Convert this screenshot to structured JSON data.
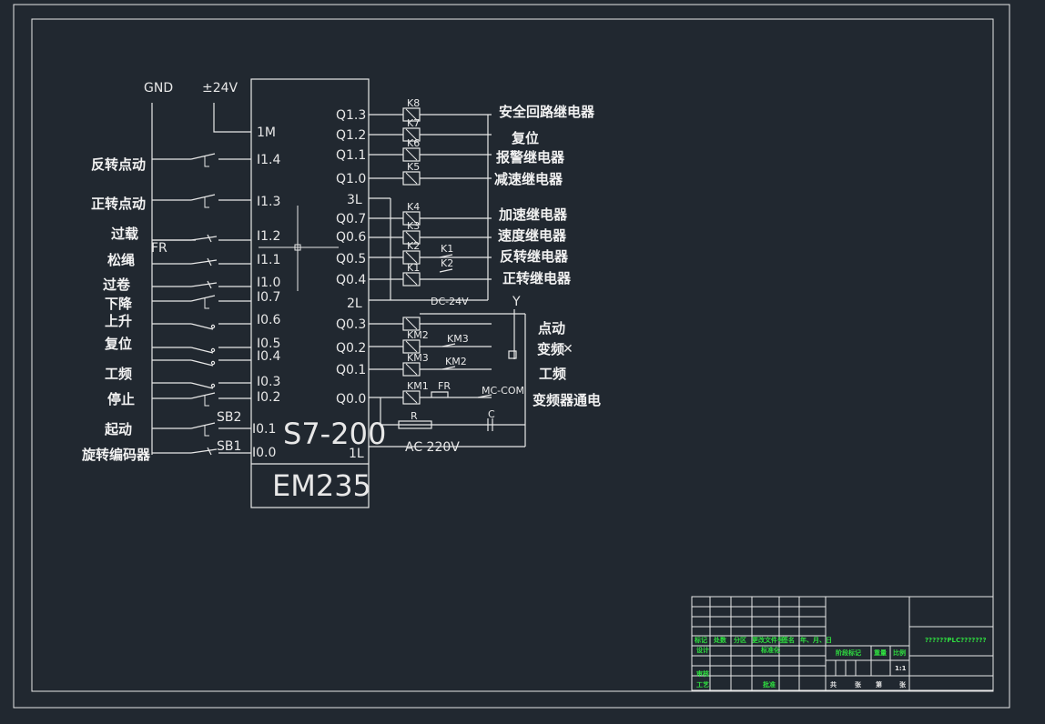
{
  "supply": {
    "gnd": "GND",
    "v24": "±24V",
    "m1": "1M"
  },
  "plc": {
    "model": "S7-200",
    "module": "EM235"
  },
  "left_labels": [
    "反转点动",
    "正转点动",
    "过载",
    "松绳",
    "过卷",
    "下降",
    "上升",
    "复位",
    "工频",
    "停止",
    "起动",
    "旋转编码器"
  ],
  "left_switch_tags": {
    "fr": "FR",
    "sb2": "SB2",
    "sb1": "SB1"
  },
  "inputs": [
    "I1.4",
    "I1.3",
    "I1.2",
    "I1.1",
    "I1.0",
    "I0.7",
    "I0.6",
    "I0.5",
    "I0.4",
    "I0.3",
    "I0.2",
    "I0.1",
    "I0.0"
  ],
  "outputs": [
    "Q1.3",
    "Q1.2",
    "Q1.1",
    "Q1.0",
    "3L",
    "Q0.7",
    "Q0.6",
    "Q0.5",
    "Q0.4",
    "2L",
    "Q0.3",
    "Q0.2",
    "Q0.1",
    "Q0.0",
    "1L"
  ],
  "coils": [
    "K8",
    "K7",
    "K6",
    "K5",
    "K4",
    "K3",
    "K2",
    "K1",
    "KM2",
    "KM3",
    "KM1"
  ],
  "contacts": {
    "k1": "K1",
    "k2": "K2",
    "km3": "KM3",
    "km2": "KM2",
    "fr": "FR",
    "mc": "MC-COM",
    "r": "R",
    "c": "C"
  },
  "right_labels": [
    "安全回路继电器",
    "复位",
    "报警继电器",
    "减速继电器",
    "加速继电器",
    "速度继电器",
    "反转继电器",
    "正转继电器",
    "点动",
    "变频",
    "工频",
    "变频器通电"
  ],
  "supply_labels": {
    "dc": "DC-24V",
    "ac": "AC  220V",
    "y": "Y"
  },
  "title_block": {
    "title": "??????PLC???????",
    "row_headers": [
      "标记",
      "处数",
      "分区",
      "更改文件号",
      "签名",
      "年、月、日"
    ],
    "design": "设计",
    "standard": "标准化",
    "stage": "阶段标记",
    "weight": "重量",
    "ratio_label": "比例",
    "ratio": "1:1",
    "review": "审核",
    "process": "工艺",
    "approve": "批准",
    "sheet": [
      "共",
      "张",
      "第",
      "张"
    ]
  },
  "colors": {
    "background": "#212830",
    "lines": "#e8e8e8",
    "title_block_green": "#2fe040"
  }
}
